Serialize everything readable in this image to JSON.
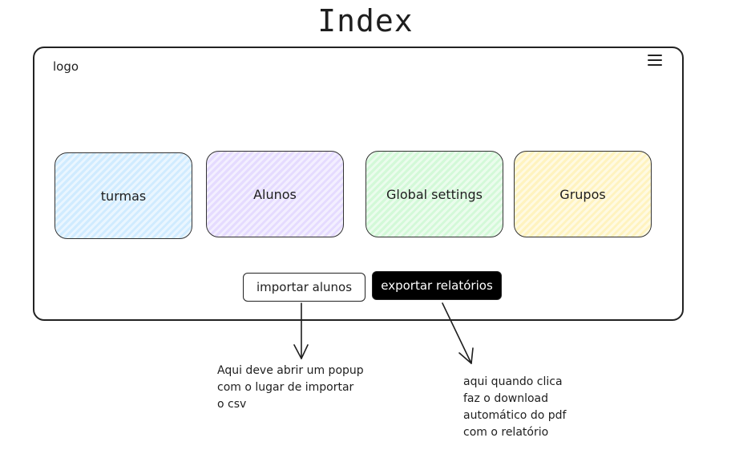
{
  "title": "Index",
  "header": {
    "logo": "logo",
    "menu_icon": "menu-icon"
  },
  "cards": [
    {
      "label": "turmas",
      "color": "#d0ebff"
    },
    {
      "label": "Alunos",
      "color": "#e5dbff"
    },
    {
      "label": "Global settings",
      "color": "#d3f9d8"
    },
    {
      "label": "Grupos",
      "color": "#fff3bf"
    }
  ],
  "buttons": {
    "import": "importar alunos",
    "export": "exportar relatórios"
  },
  "notes": {
    "import": [
      "Aqui deve abrir um popup",
      "com o lugar de importar",
      "o csv"
    ],
    "export": [
      "aqui quando clica",
      "faz o download",
      "automático do pdf",
      "com o relatório"
    ]
  },
  "colors": {
    "stroke": "#1e1e1e",
    "export_bg": "#000000",
    "export_text": "#ffffff"
  }
}
